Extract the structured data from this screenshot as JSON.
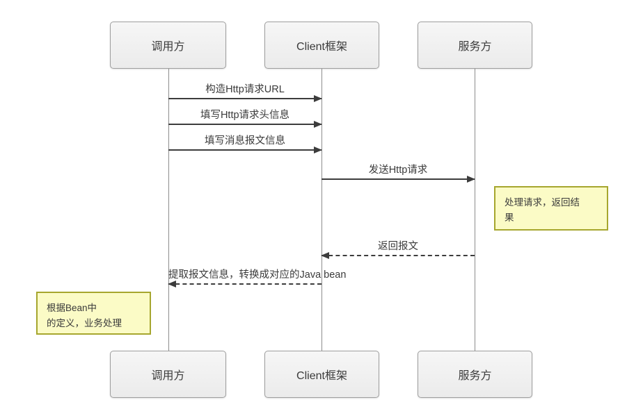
{
  "diagram": {
    "type": "sequence-diagram",
    "actors": [
      {
        "id": "caller",
        "label": "调用方"
      },
      {
        "id": "client",
        "label": "Client框架"
      },
      {
        "id": "server",
        "label": "服务方"
      }
    ],
    "messages": [
      {
        "label": "构造Http请求URL",
        "from": "调用方",
        "to": "Client框架",
        "style": "solid"
      },
      {
        "label": "填写Http请求头信息",
        "from": "调用方",
        "to": "Client框架",
        "style": "solid"
      },
      {
        "label": "填写消息报文信息",
        "from": "调用方",
        "to": "Client框架",
        "style": "solid"
      },
      {
        "label": "发送Http请求",
        "from": "Client框架",
        "to": "服务方",
        "style": "solid"
      },
      {
        "label": "返回报文",
        "from": "服务方",
        "to": "Client框架",
        "style": "dashed"
      },
      {
        "label": "提取报文信息，转换成对应的Java bean",
        "from": "Client框架",
        "to": "调用方",
        "style": "dashed"
      }
    ],
    "notes": [
      {
        "id": "server-process",
        "side": "right",
        "text": "处理请求，返回结果",
        "lines": [
          "处理请求，返回结",
          "果"
        ]
      },
      {
        "id": "caller-business",
        "side": "left",
        "text": "根据Bean中的定义，业务处理",
        "lines": [
          "根据Bean中",
          "的定义，业务处理"
        ]
      }
    ],
    "colors": {
      "background": "#ffffff",
      "actor_fill": "#f0f0f0",
      "actor_border": "#9e9e9e",
      "lifeline": "#8c8c8c",
      "line": "#3c3c3c",
      "text": "#3a3a3a",
      "note_fill": "#fbfbc6",
      "note_border": "#a6a62e"
    }
  }
}
